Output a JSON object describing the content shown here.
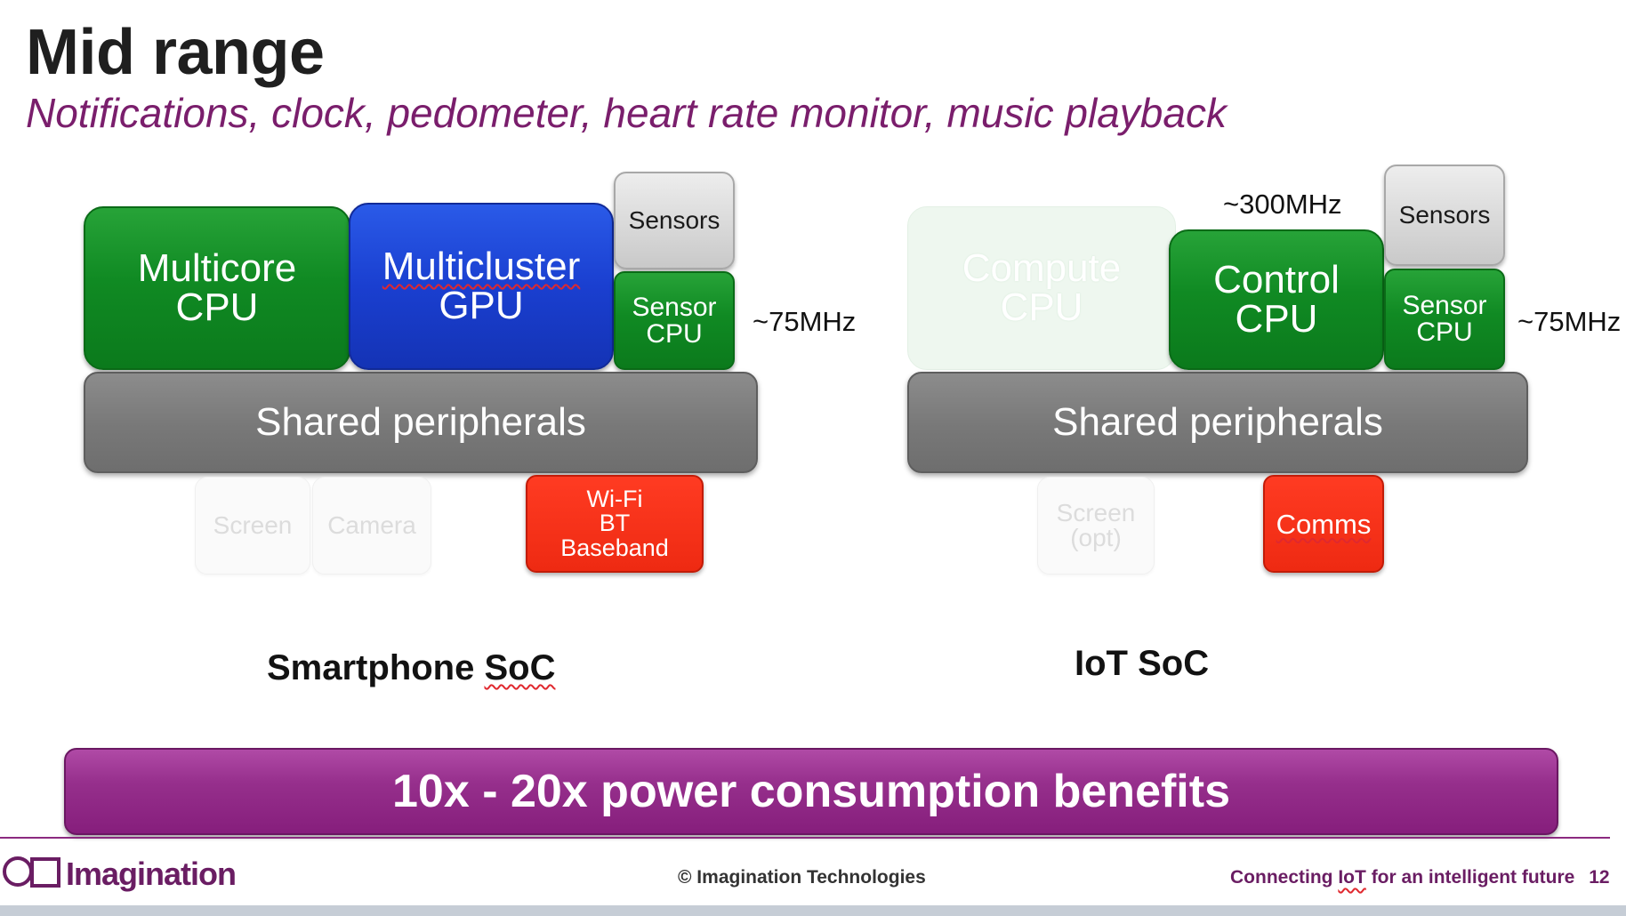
{
  "slide": {
    "title": "Mid range",
    "subtitle": "Notifications, clock, pedometer, heart rate monitor, music playback"
  },
  "smartphone": {
    "cpu": [
      "Multicore",
      "CPU"
    ],
    "gpu": [
      "Multicluster",
      "GPU"
    ],
    "sensors": "Sensors",
    "sensor_cpu": [
      "Sensor",
      "CPU"
    ],
    "sensor_freq": "~75MHz",
    "shared": "Shared peripherals",
    "screen": "Screen",
    "camera": "Camera",
    "radio": [
      "Wi-Fi",
      "BT",
      "Baseband"
    ],
    "label": [
      "Smartphone",
      "SoC"
    ]
  },
  "iot": {
    "compute": [
      "Compute",
      "CPU"
    ],
    "control_freq": "~300MHz",
    "control": [
      "Control",
      "CPU"
    ],
    "sensors": "Sensors",
    "sensor_cpu": [
      "Sensor",
      "CPU"
    ],
    "sensor_freq": "~75MHz",
    "shared": "Shared peripherals",
    "screen": [
      "Screen",
      "(opt)"
    ],
    "comms": "Comms",
    "label": "IoT SoC"
  },
  "banner": "10x - 20x power consumption benefits",
  "footer": {
    "logo": "Imagination",
    "copyright": "© Imagination Technologies",
    "tagline_a": "Connecting",
    "tagline_iot": "IoT",
    "tagline_b": "for an intelligent future",
    "page": "12"
  },
  "colors": {
    "title": "#1f1f1f",
    "subtitle": "#7a1e6c",
    "green": "#108a23",
    "blue": "#1a3fd0",
    "grey": "#787878",
    "red": "#ee2a12",
    "banner": "#962f8c"
  }
}
